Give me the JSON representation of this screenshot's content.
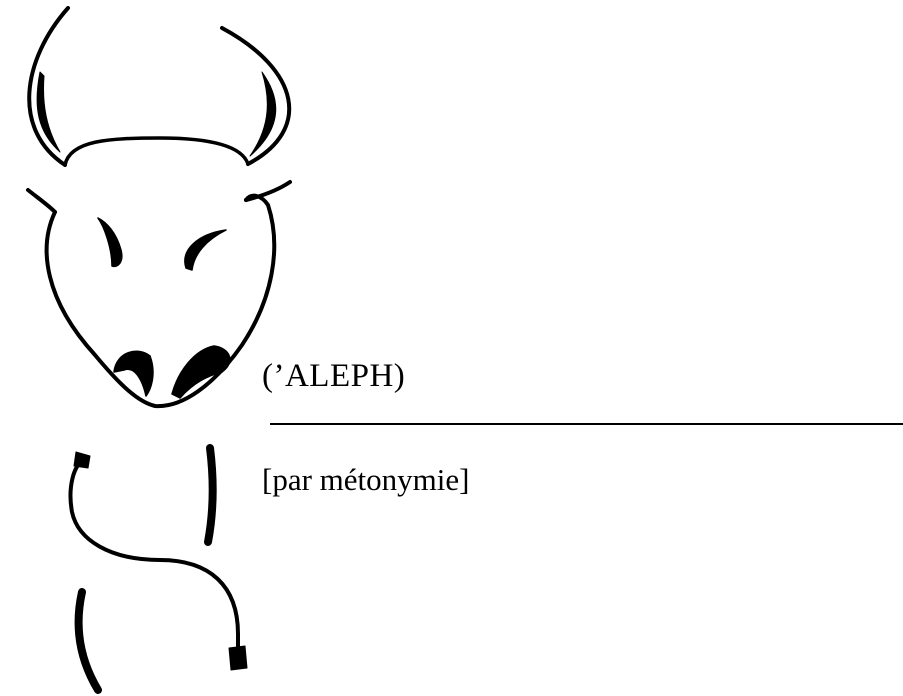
{
  "diagram": {
    "upper_label": "(’ALEPH)",
    "lower_label": "[par métonymie]",
    "glyphs": {
      "upper": "ox-head-pictogram",
      "lower": "aleph-sign"
    },
    "ink_color": "#000000",
    "background_color": "#ffffff"
  }
}
